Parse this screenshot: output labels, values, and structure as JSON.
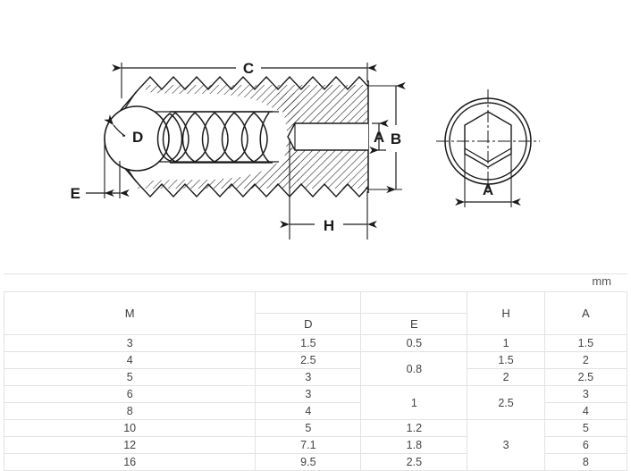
{
  "drawing": {
    "title": "ball-plunger-set-screw-cross-section",
    "labels": {
      "overall_length": "C",
      "ball_diameter": "D",
      "ball_protrusion": "E",
      "socket_across_flats": "A",
      "thread_diameter": "B",
      "socket_depth": "H",
      "end_view_across_flats": "A"
    },
    "line_color": "#1a1a1a"
  },
  "table": {
    "unit": "mm",
    "headers": {
      "m": "M",
      "d": "D",
      "e": "E",
      "h": "H",
      "a": "A"
    },
    "rows": [
      {
        "m": "3",
        "d": "1.5",
        "e": "0.5",
        "h": "1",
        "a": "1.5"
      },
      {
        "m": "4",
        "d": "2.5",
        "e": "0.8",
        "h": "1.5",
        "a": "2"
      },
      {
        "m": "5",
        "d": "3",
        "e": "",
        "h": "2",
        "a": "2.5"
      },
      {
        "m": "6",
        "d": "3",
        "e": "1",
        "h": "2.5",
        "a": "3"
      },
      {
        "m": "8",
        "d": "4",
        "e": "",
        "h": "",
        "a": "4"
      },
      {
        "m": "10",
        "d": "5",
        "e": "1.2",
        "h": "3",
        "a": "5"
      },
      {
        "m": "12",
        "d": "7.1",
        "e": "1.8",
        "h": "",
        "a": "6"
      },
      {
        "m": "16",
        "d": "9.5",
        "e": "2.5",
        "h": "",
        "a": "8"
      }
    ],
    "merged_cells": {
      "e_0_8_spans_rows": [
        1,
        2
      ],
      "e_1_spans_rows": [
        3,
        4
      ],
      "h_2_5_spans_rows": [
        3,
        4
      ],
      "h_3_spans_rows": [
        5,
        6,
        7
      ]
    }
  },
  "chart_data": {
    "type": "table",
    "title": "Ball plunger set screw dimensions",
    "unit": "mm",
    "columns": [
      "M",
      "D",
      "E",
      "H",
      "A"
    ],
    "rows": [
      [
        "3",
        "1.5",
        "0.5",
        "1",
        "1.5"
      ],
      [
        "4",
        "2.5",
        "0.8",
        "1.5",
        "2"
      ],
      [
        "5",
        "3",
        "0.8",
        "2",
        "2.5"
      ],
      [
        "6",
        "3",
        "1",
        "2.5",
        "3"
      ],
      [
        "8",
        "4",
        "1",
        "2.5",
        "4"
      ],
      [
        "10",
        "5",
        "1.2",
        "3",
        "5"
      ],
      [
        "12",
        "7.1",
        "1.8",
        "3",
        "6"
      ],
      [
        "16",
        "9.5",
        "2.5",
        "3",
        "8"
      ]
    ]
  }
}
